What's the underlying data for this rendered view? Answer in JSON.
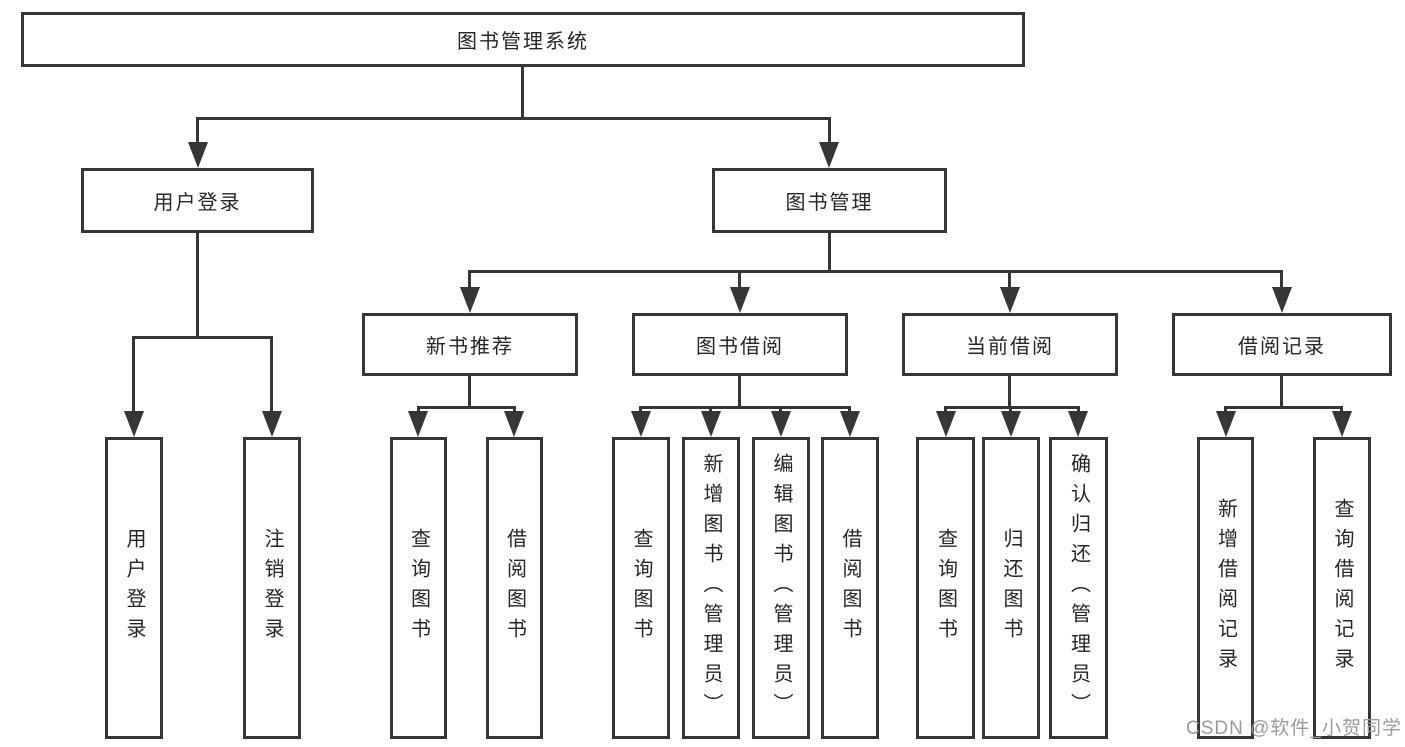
{
  "chart": {
    "root": "图书管理系统",
    "level2": {
      "user": "用户登录",
      "book": "图书管理"
    },
    "level3": {
      "newbook": "新书推荐",
      "borrow": "图书借阅",
      "current": "当前借阅",
      "records": "借阅记录"
    },
    "leaves": {
      "user": [
        "用户登录",
        "注销登录"
      ],
      "newbook": [
        "查询图书",
        "借阅图书"
      ],
      "borrow": [
        "查询图书",
        "新增图书（管理员）",
        "编辑图书（管理员）",
        "借阅图书"
      ],
      "current": [
        "查询图书",
        "归还图书",
        "确认归还（管理员）"
      ],
      "records": [
        "新增借阅记录",
        "查询借阅记录"
      ]
    },
    "watermark": "CSDN @软件_小贺同学"
  },
  "colors": {
    "line": "#363636",
    "text": "#262626",
    "watermark": "#9b9b9b",
    "bg": "#ffffff"
  }
}
